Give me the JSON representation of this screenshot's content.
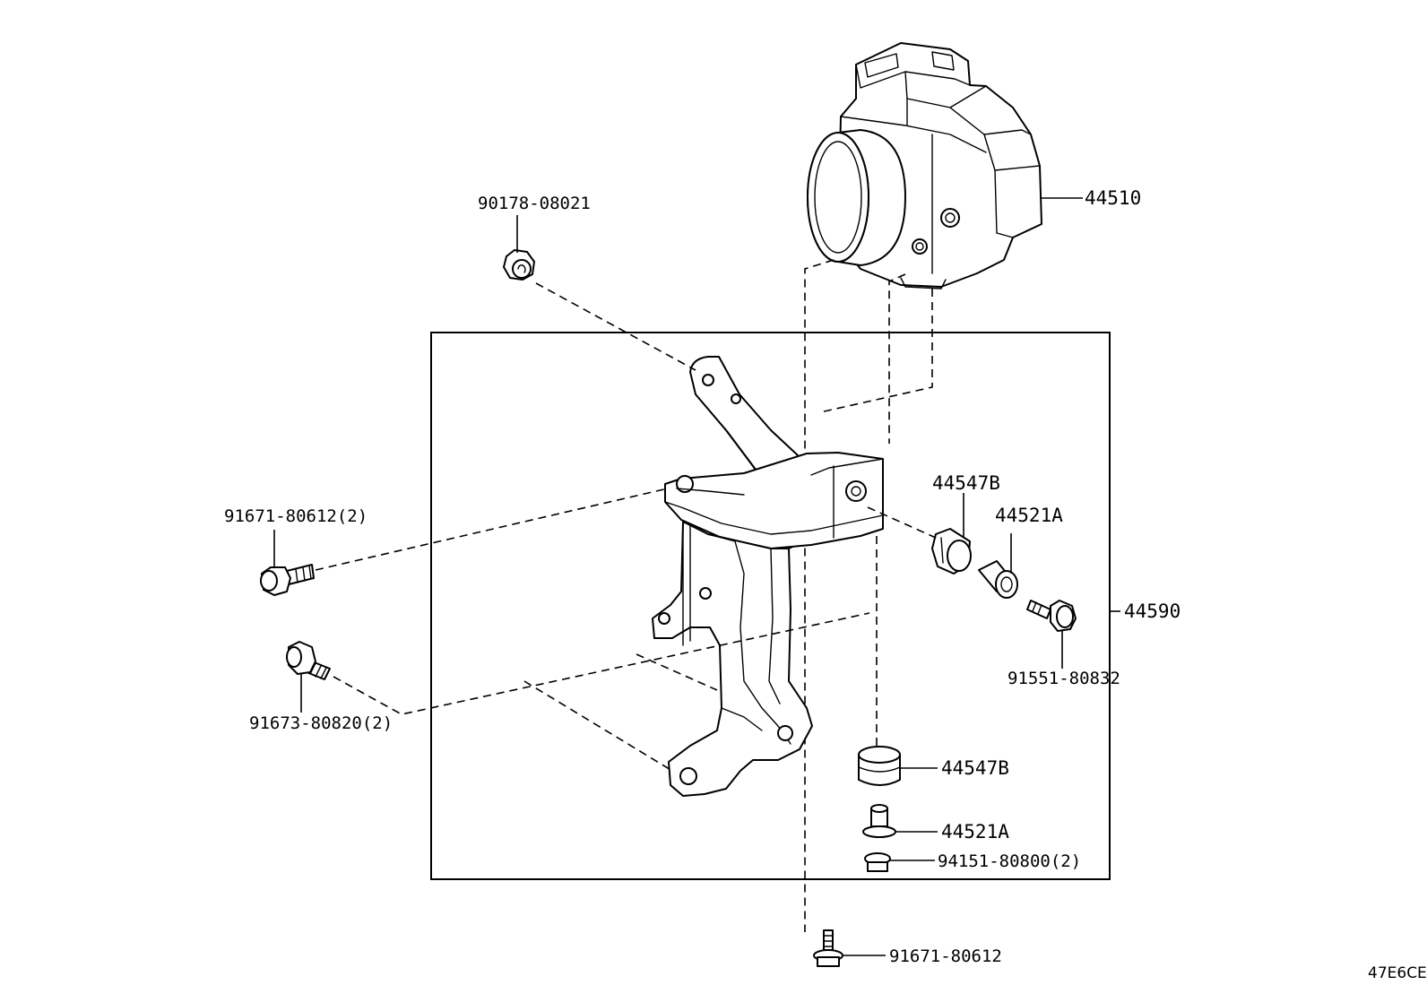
{
  "diagram": {
    "code": "47E6CE",
    "labels": {
      "actuator": "44510",
      "bracket_assembly": "44590",
      "nut_top": "90178-08021",
      "bolt_left_upper": "91671-80612(2)",
      "bolt_left_lower": "91673-80820(2)",
      "cushion_side": "44547B",
      "collar_side": "44521A",
      "bolt_side": "91551-80832",
      "cushion_bottom": "44547B",
      "collar_bottom": "44521A",
      "nut_bottom": "94151-80800(2)",
      "bolt_bottom": "91671-80612"
    }
  }
}
